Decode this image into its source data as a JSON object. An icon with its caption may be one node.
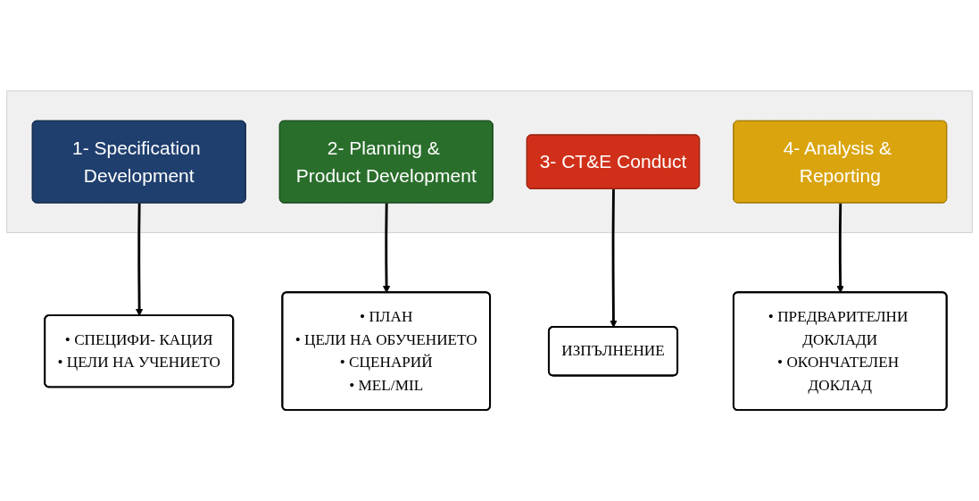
{
  "diagram": {
    "nodes": [
      {
        "text": [],
        "shape": "box"
      },
      {
        "text": [
          "1- Specification Development"
        ],
        "in": 0
      },
      {
        "text": [
          "2- Planning & Product Development"
        ],
        "in": 0
      },
      {
        "text": [
          "3- CT&E Conduct"
        ],
        "in": 0
      },
      {
        "text": [
          "4- Analysis & Reporting"
        ],
        "in": 0
      },
      {
        "text": [
          "• СПЕЦИФИ- КАЦИЯ",
          "• ЦЕЛИ НА УЧЕНИЕТО"
        ]
      },
      {
        "text": [
          "• ПЛАН",
          "• ЦЕЛИ НА ОБУЧЕНИЕТО",
          "• СЦЕНАРИЙ",
          "• MEL/MIL"
        ]
      },
      {
        "text": [
          "ИЗПЪЛНЕНИЕ"
        ]
      },
      {
        "text": [
          "• ПРЕДВАРИТЕЛНИ ДОКЛАДИ",
          "• ОКОНЧАТЕЛЕН ДОКЛАД"
        ]
      }
    ],
    "edges": [
      {
        "from": 1,
        "to": 5,
        "arrow": "to"
      },
      {
        "from": 2,
        "to": 6,
        "arrow": "to"
      },
      {
        "from": 3,
        "to": 7,
        "arrow": "to"
      },
      {
        "from": 4,
        "to": 8,
        "arrow": "to"
      }
    ]
  }
}
